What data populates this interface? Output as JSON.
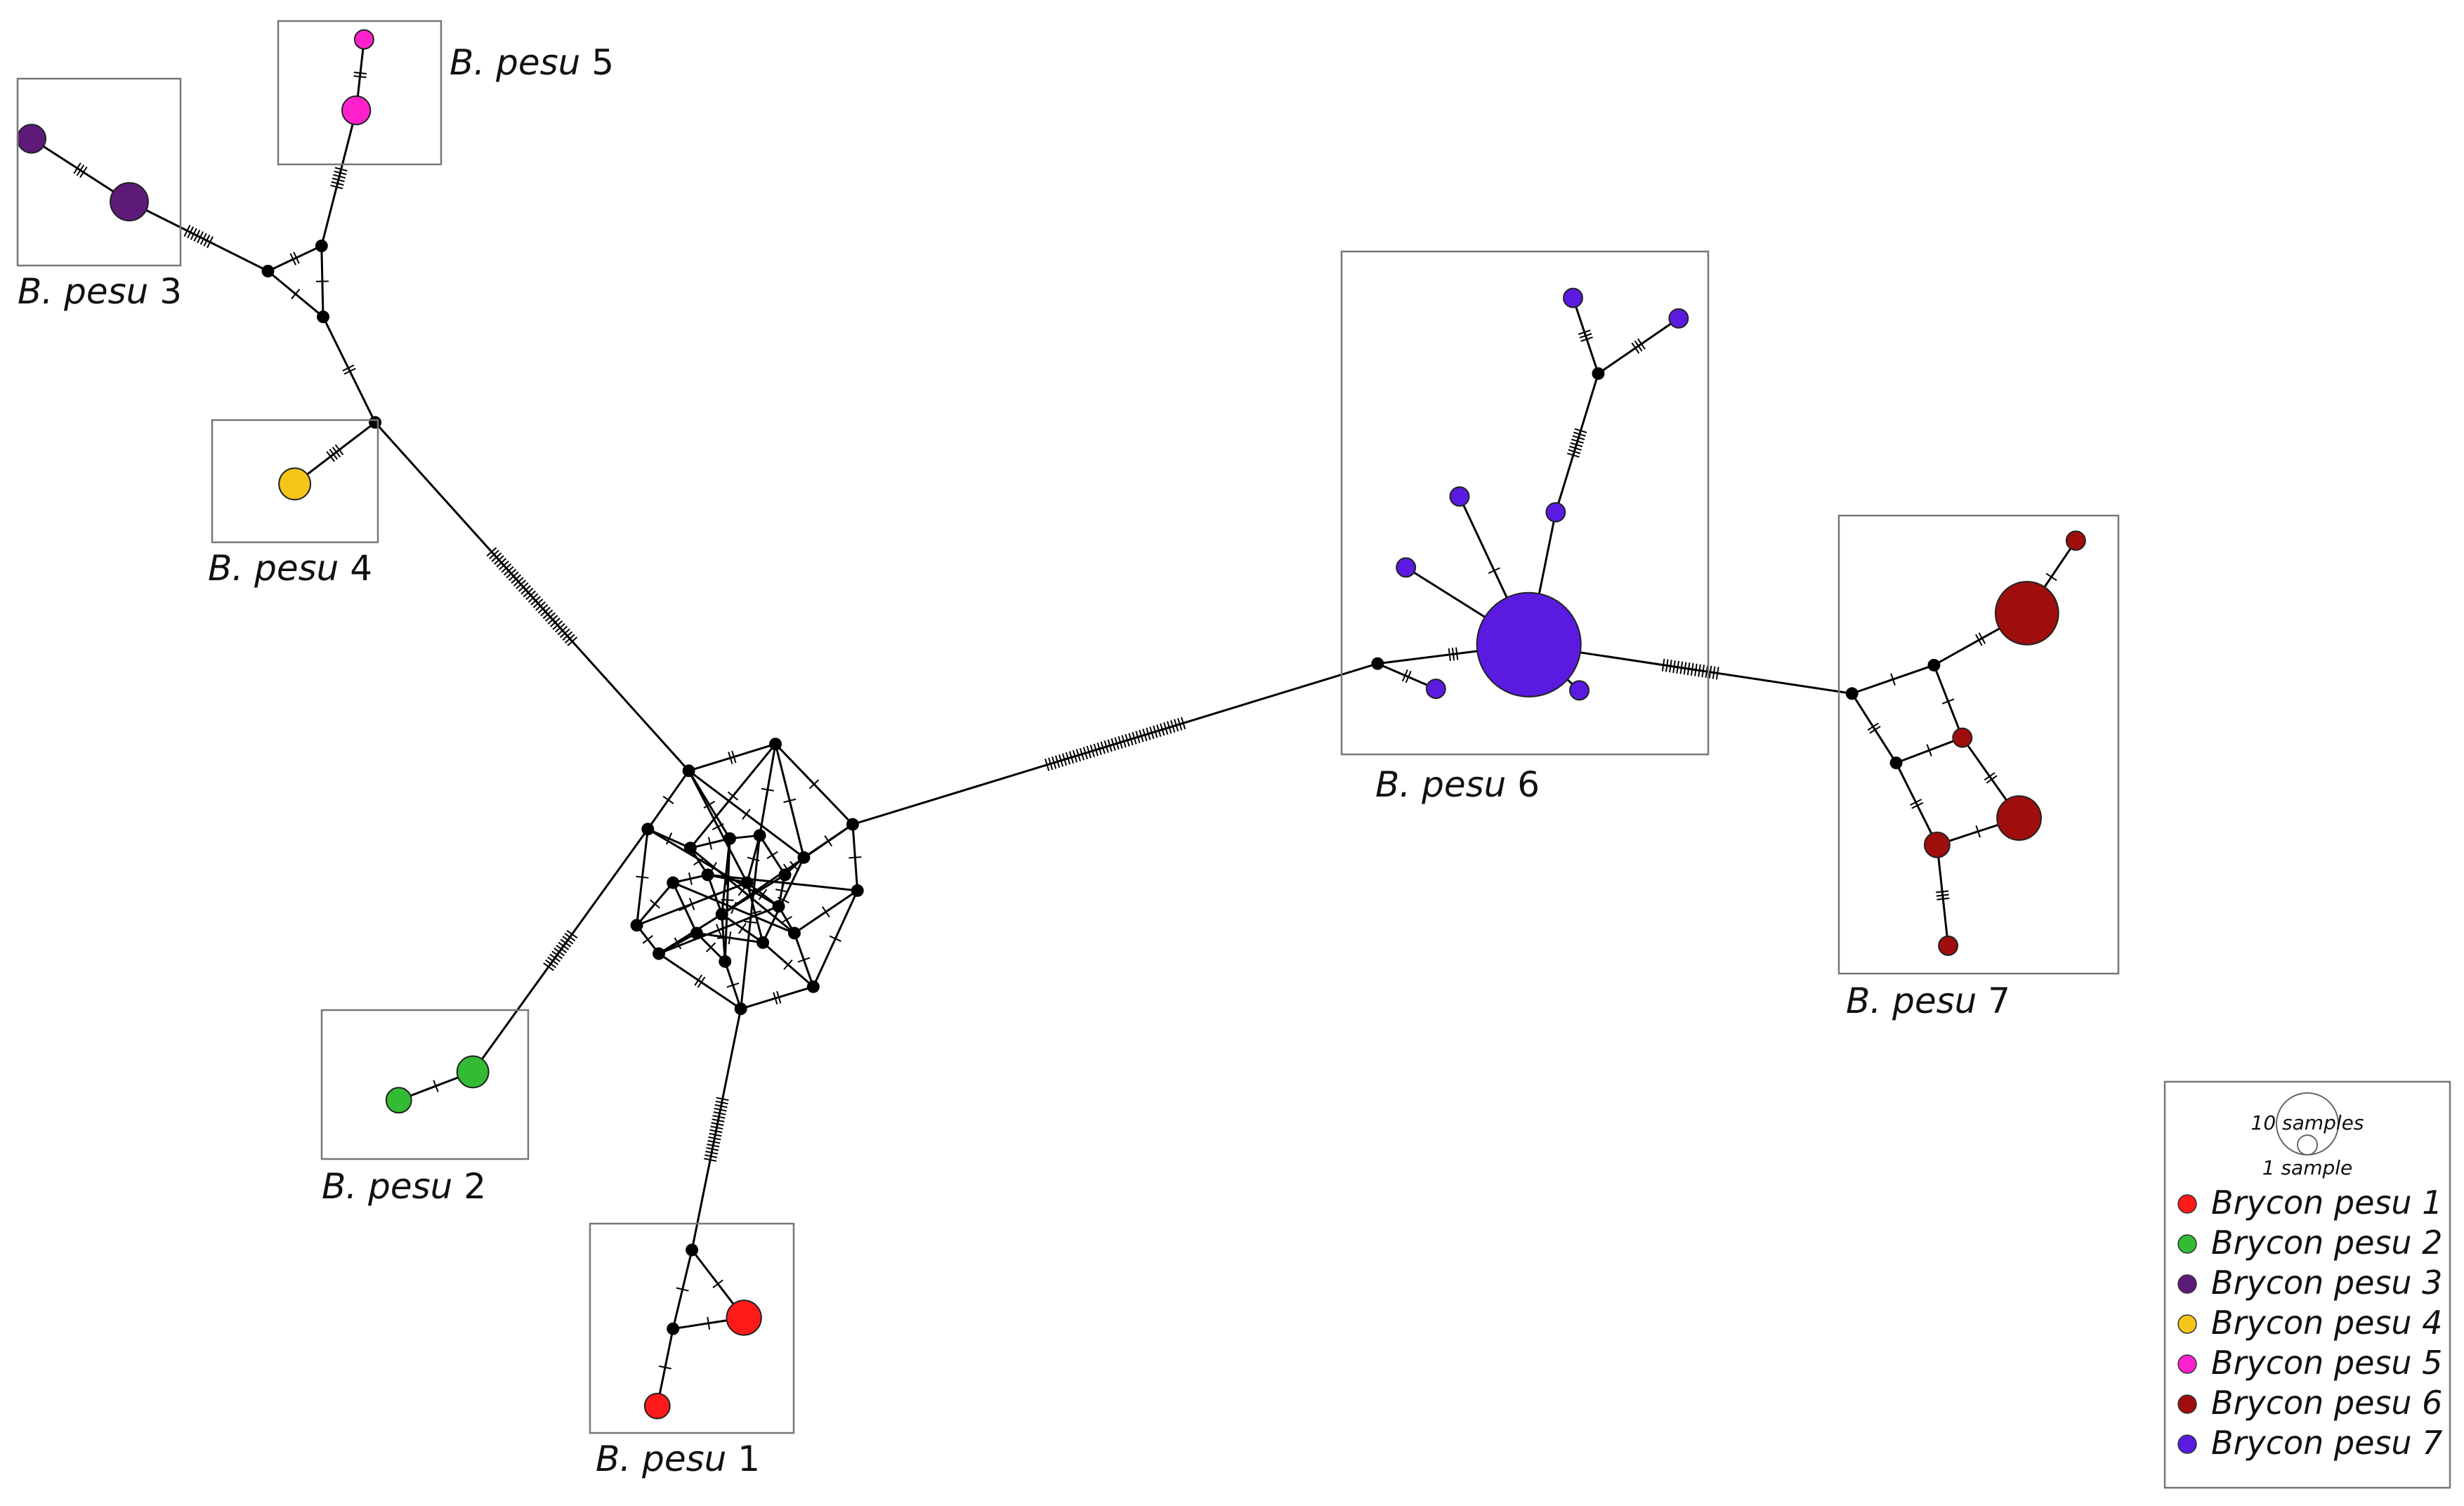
{
  "network": {
    "groups": [
      {
        "id": "g1",
        "genus": "B.",
        "species": "pesu",
        "num": "1",
        "color": "#ff1a1a"
      },
      {
        "id": "g2",
        "genus": "B.",
        "species": "pesu",
        "num": "2",
        "color": "#33bb33"
      },
      {
        "id": "g3",
        "genus": "B.",
        "species": "pesu",
        "num": "3",
        "color": "#5e1a78"
      },
      {
        "id": "g4",
        "genus": "B.",
        "species": "pesu",
        "num": "4",
        "color": "#f5c518"
      },
      {
        "id": "g5",
        "genus": "B.",
        "species": "pesu",
        "num": "5",
        "color": "#ff22cc"
      },
      {
        "id": "g6",
        "genus": "B.",
        "species": "pesu",
        "num": "6",
        "color": "#5a1ae0"
      },
      {
        "id": "g7",
        "genus": "B.",
        "species": "pesu",
        "num": "7",
        "color": "#a00d0d"
      }
    ]
  },
  "legend": {
    "scale_large": "10 samples",
    "scale_small": "1 sample",
    "entries": [
      {
        "label": "Brycon pesu 1",
        "color": "#ff1a1a"
      },
      {
        "label": "Brycon pesu 2",
        "color": "#33bb33"
      },
      {
        "label": "Brycon pesu 3",
        "color": "#5e1a78"
      },
      {
        "label": "Brycon pesu 4",
        "color": "#f5c518"
      },
      {
        "label": "Brycon pesu 5",
        "color": "#ff22cc"
      },
      {
        "label": "Brycon pesu 6",
        "color": "#a00d0d"
      },
      {
        "label": "Brycon pesu 7",
        "color": "#5a1ae0"
      }
    ]
  }
}
